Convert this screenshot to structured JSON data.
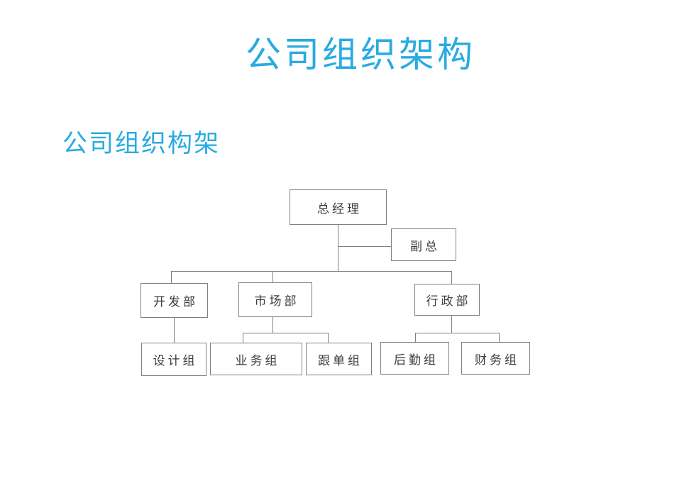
{
  "page": {
    "background_color": "#ffffff"
  },
  "header": {
    "title": "公司组织架构",
    "title_color": "#29abe2"
  },
  "section": {
    "subtitle": "公司组织构架",
    "subtitle_color": "#29abe2"
  },
  "org_chart": {
    "line_color": "#808080",
    "box_border_color": "#808080",
    "box_text_color": "#3c3c3c",
    "nodes": [
      {
        "id": "general-manager",
        "label": "总经理",
        "level": 1,
        "parent": null
      },
      {
        "id": "deputy-general-manager",
        "label": "副总",
        "level": 1,
        "parent": "general-manager"
      },
      {
        "id": "development-dept",
        "label": "开发部",
        "level": 2,
        "parent": "general-manager"
      },
      {
        "id": "marketing-dept",
        "label": "市场部",
        "level": 2,
        "parent": "general-manager"
      },
      {
        "id": "administration-dept",
        "label": "行政部",
        "level": 2,
        "parent": "general-manager"
      },
      {
        "id": "design-team",
        "label": "设计组",
        "level": 3,
        "parent": "development-dept"
      },
      {
        "id": "business-team",
        "label": "业务组",
        "level": 3,
        "parent": "marketing-dept"
      },
      {
        "id": "order-follow-team",
        "label": "跟单组",
        "level": 3,
        "parent": "marketing-dept"
      },
      {
        "id": "logistics-team",
        "label": "后勤组",
        "level": 3,
        "parent": "administration-dept"
      },
      {
        "id": "finance-team",
        "label": "财务组",
        "level": 3,
        "parent": "administration-dept"
      }
    ]
  }
}
